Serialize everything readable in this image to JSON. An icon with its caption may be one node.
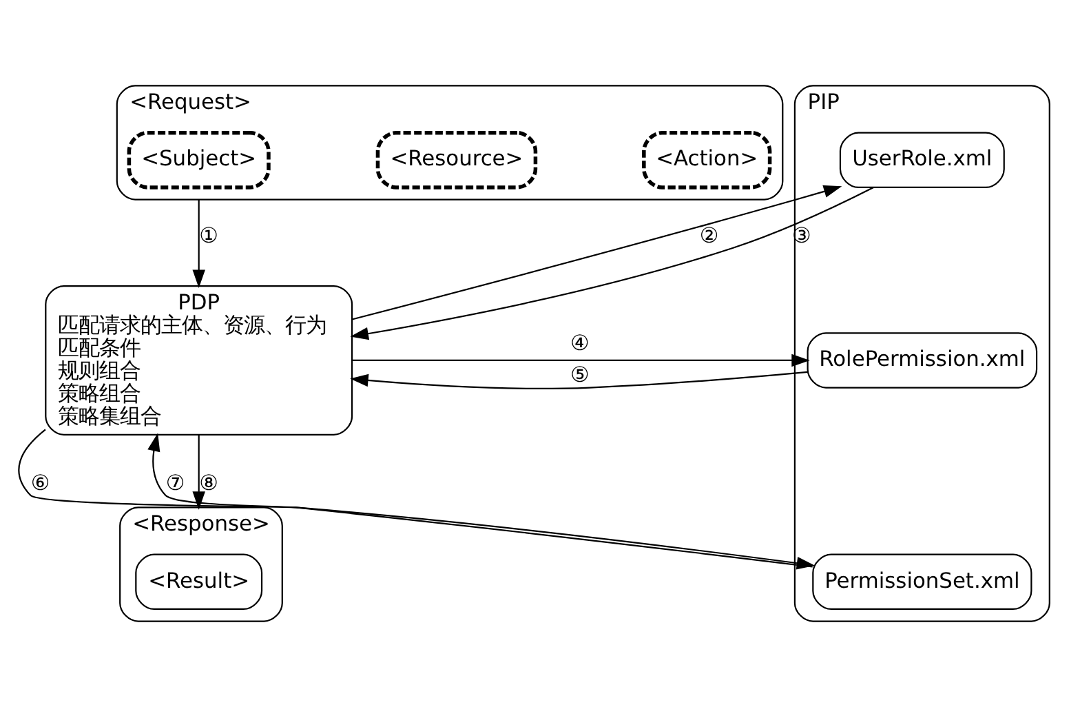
{
  "diagram": {
    "nodes": [
      {
        "text": [
          "<Request>"
        ]
      },
      {
        "text": [
          "<Subject>"
        ],
        "in": 0
      },
      {
        "text": [
          "<Resource>"
        ],
        "in": 0
      },
      {
        "text": [
          "<Action>"
        ],
        "in": 0
      },
      {
        "text": [
          "PDP",
          "匹配请求的主体、资源、行为",
          "匹配条件",
          "规则组合",
          "策略组合",
          "策略集组合"
        ]
      },
      {
        "text": [
          "PIP"
        ]
      },
      {
        "text": [
          "UserRole.xml"
        ],
        "in": 5
      },
      {
        "text": [
          "RolePermission.xml"
        ],
        "in": 5
      },
      {
        "text": [
          "PermissionSet.xml"
        ],
        "in": 5
      },
      {
        "text": [
          "<Response>"
        ]
      },
      {
        "text": [
          "<Result>"
        ],
        "in": 9
      }
    ],
    "edges": [
      {
        "from": 0,
        "to": 4,
        "arrow": "to",
        "label": "①"
      },
      {
        "from": 4,
        "to": 6,
        "arrow": "to",
        "label": "②"
      },
      {
        "from": 6,
        "to": 4,
        "arrow": "to",
        "label": "③"
      },
      {
        "from": 4,
        "to": 7,
        "arrow": "to",
        "label": "④"
      },
      {
        "from": 7,
        "to": 4,
        "arrow": "to",
        "label": "⑤"
      },
      {
        "from": 4,
        "to": 8,
        "arrow": "to",
        "label": "⑥"
      },
      {
        "from": 8,
        "to": 4,
        "arrow": "to",
        "label": "⑦"
      },
      {
        "from": 4,
        "to": 9,
        "arrow": "to",
        "label": "⑧"
      }
    ]
  }
}
